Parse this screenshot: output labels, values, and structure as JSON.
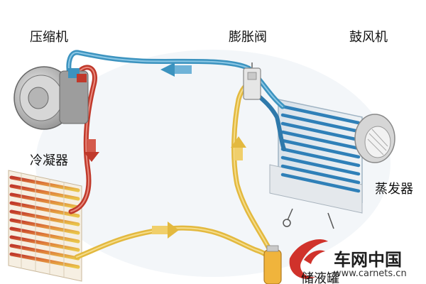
{
  "diagram": {
    "labels": {
      "compressor": "压缩机",
      "expansion_valve": "膨胀阀",
      "blower": "鼓风机",
      "condenser": "冷凝器",
      "evaporator": "蒸发器",
      "receiver_drier": "储液罐"
    },
    "flow_colors": {
      "high_pressure_gas": "#c0392b",
      "high_pressure_liquid": "#e3b93f",
      "low_pressure": "#3c93bf"
    }
  },
  "watermark": {
    "brand_name": "车网中国",
    "url": "www.carnets.cn"
  }
}
